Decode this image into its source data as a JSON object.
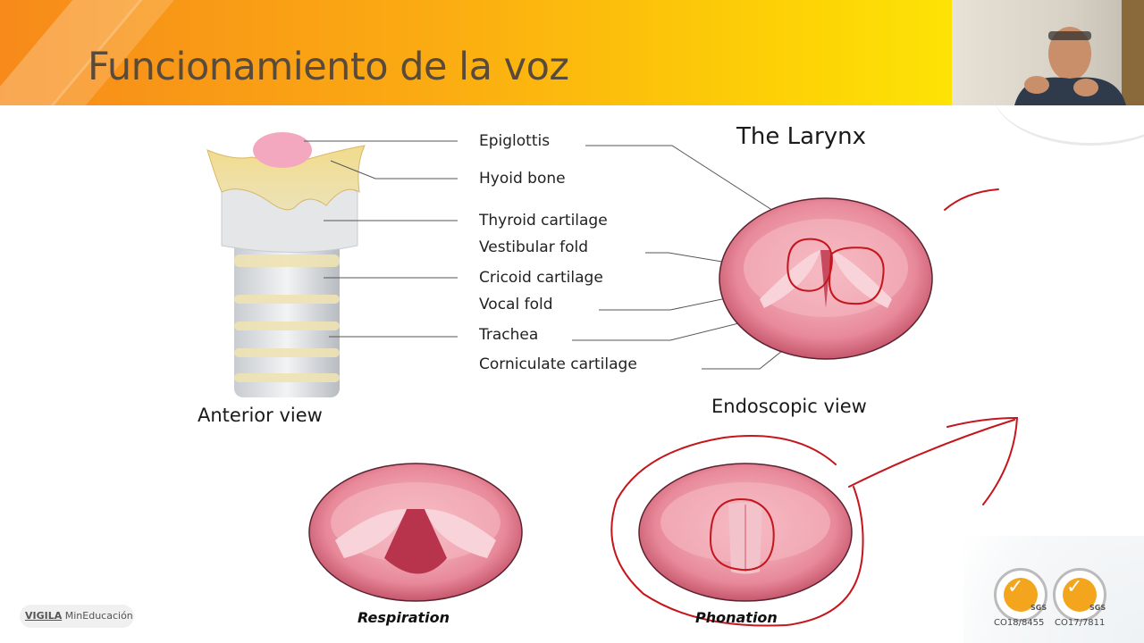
{
  "slide": {
    "title": "Funcionamiento de la voz"
  },
  "diagram": {
    "heading": "The Larynx",
    "labels": [
      "Epiglottis",
      "Hyoid bone",
      "Thyroid cartilage",
      "Vestibular fold",
      "Cricoid cartilage",
      "Vocal fold",
      "Trachea",
      "Corniculate cartilage"
    ],
    "anterior_caption": "Anterior view",
    "endoscopic_caption": "Endoscopic view",
    "respiration_caption": "Respiration",
    "phonation_caption": "Phonation"
  },
  "footer": {
    "brand": "VIGILA",
    "ministry": "MinEducación"
  },
  "certifications": [
    {
      "badge": "SGS",
      "code": "CO18/8455"
    },
    {
      "badge": "SGS",
      "code": "CO17/7811"
    }
  ],
  "colors": {
    "header_start": "#f78a1a",
    "header_end": "#fde306",
    "annotation_ink": "#c4161c",
    "larynx_pink": "#e8899a"
  }
}
